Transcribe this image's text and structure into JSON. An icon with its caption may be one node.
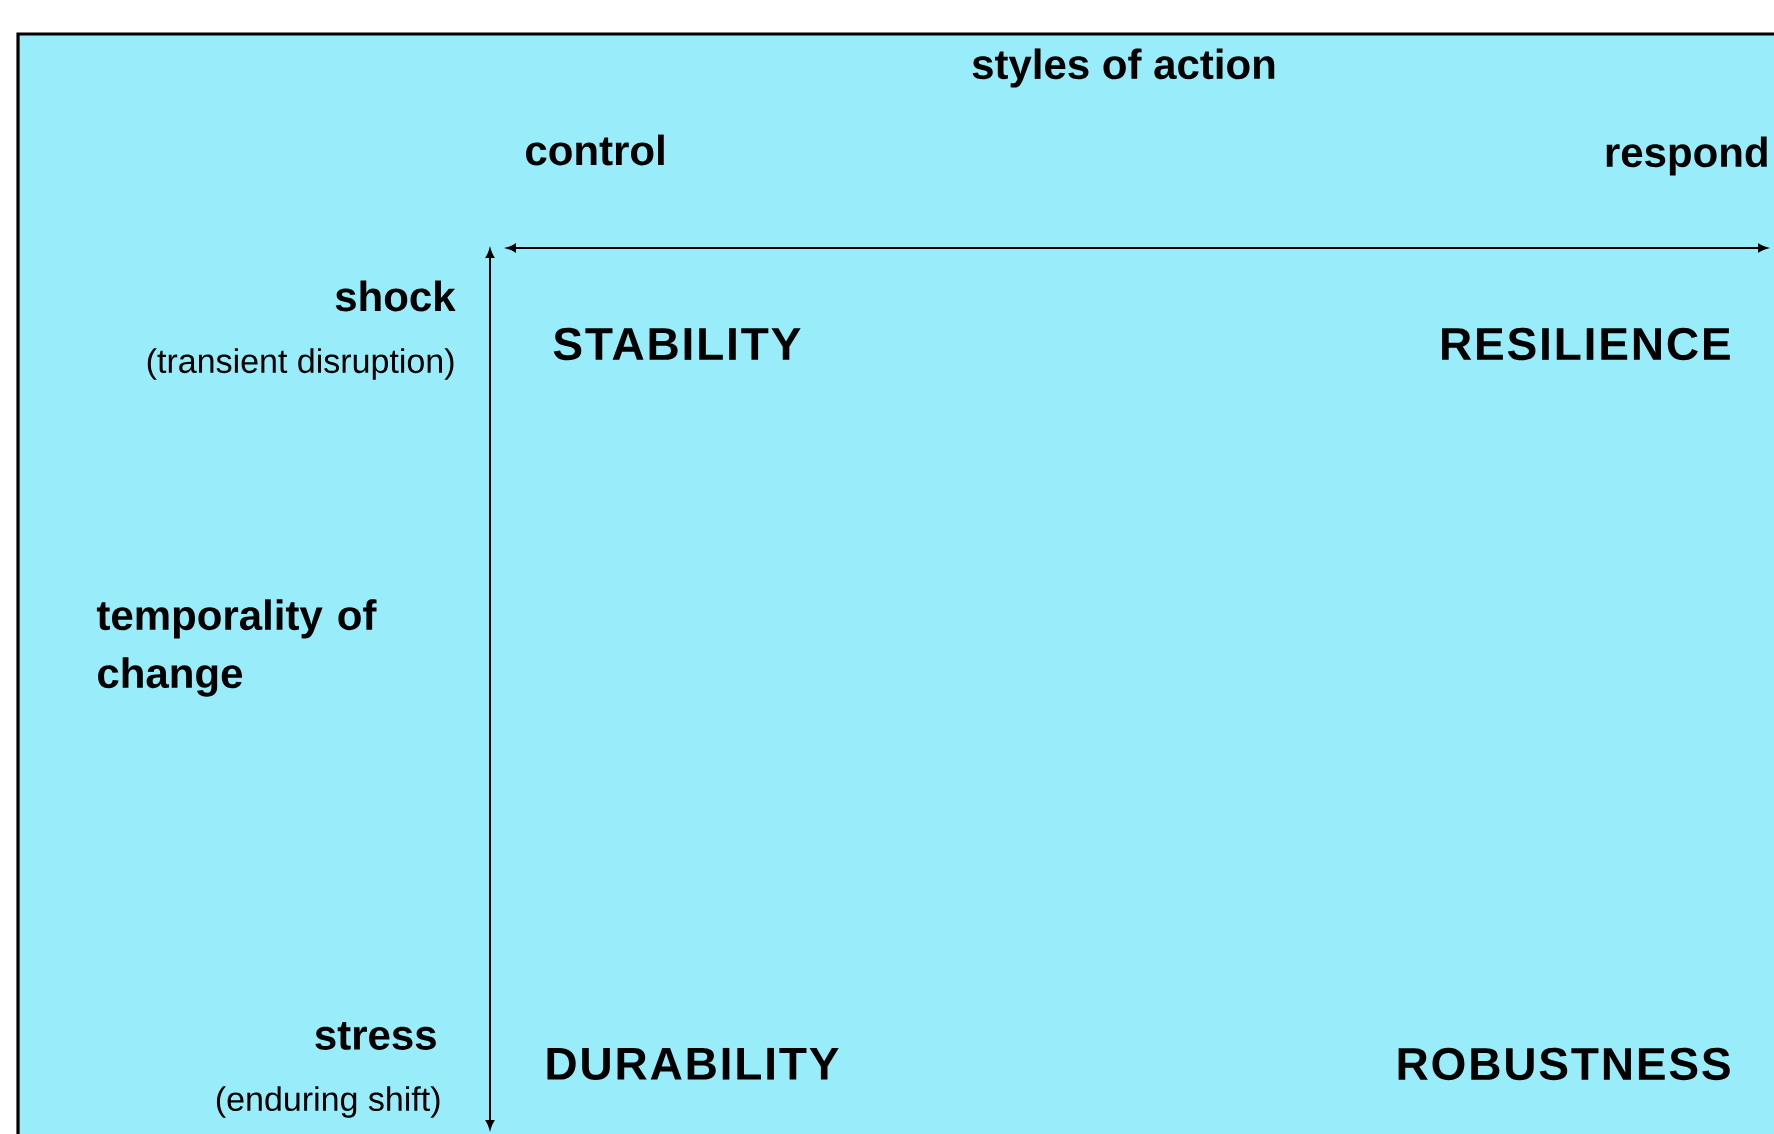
{
  "diagram": {
    "labels": [
      "styles of action",
      "control",
      "respond",
      "shock",
      "(transient disruption)",
      "STABILITY",
      "RESILIENCE",
      "temporality of change",
      "stress",
      "(enduring shift)",
      "DURABILITY",
      "ROBUSTNESS"
    ]
  }
}
